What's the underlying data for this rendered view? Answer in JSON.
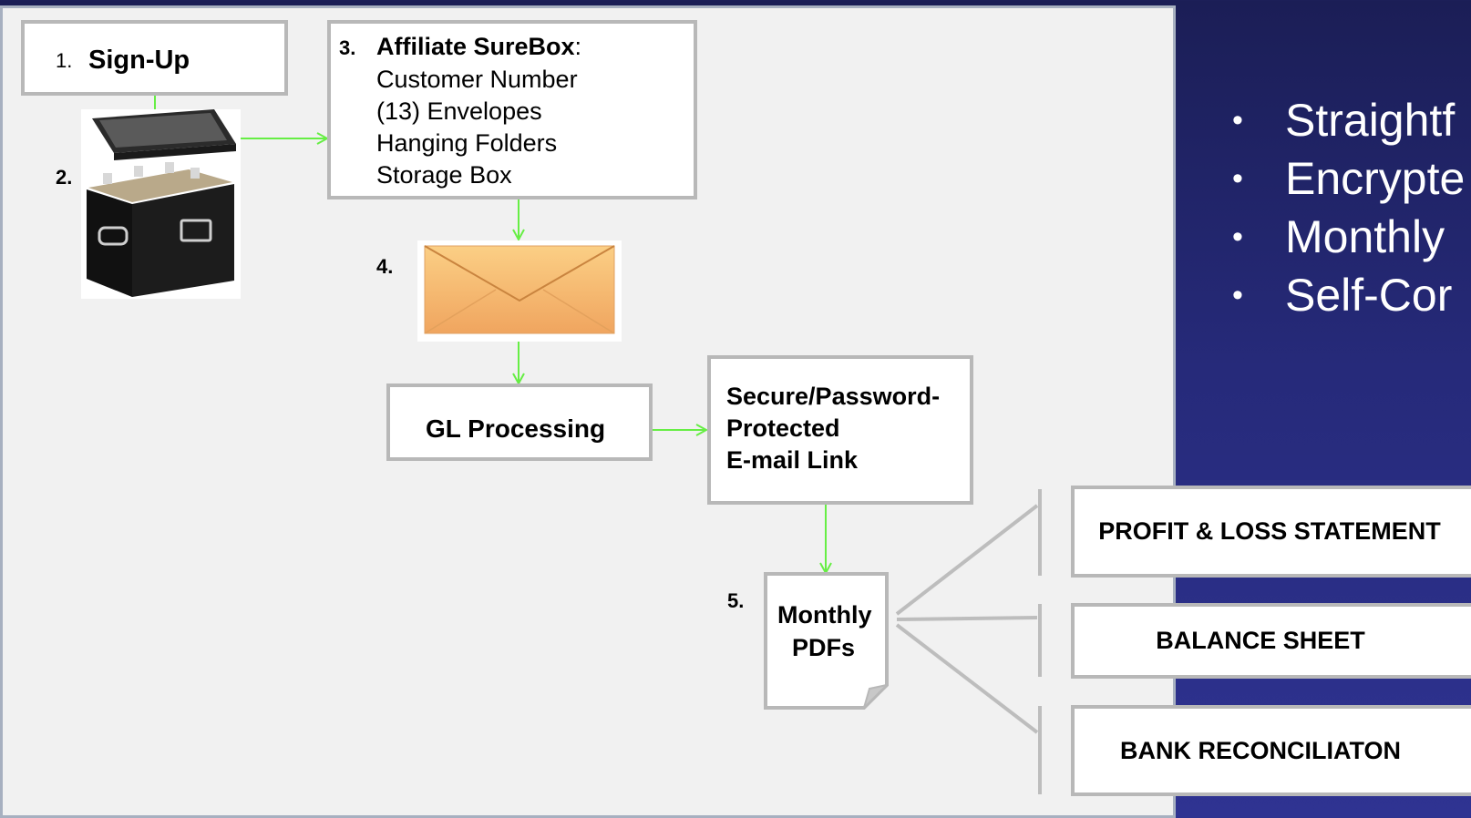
{
  "steps": {
    "s1_num": "1.",
    "s1_label": "Sign-Up",
    "s2_num": "2.",
    "s3_num": "3.",
    "s3_title": "Affiliate SureBox",
    "s3_colon": ":",
    "s3_items": [
      "Customer Number",
      "(13) Envelopes",
      "Hanging Folders",
      "Storage Box"
    ],
    "s4_num": "4.",
    "gl_processing": "GL Processing",
    "secure_link": [
      "Secure/Password-",
      "Protected",
      "E-mail Link"
    ],
    "s5_num": "5.",
    "monthly_pdfs": [
      "Monthly",
      "PDFs"
    ]
  },
  "reports": [
    "PROFIT & LOSS STATEMENT",
    "BALANCE SHEET",
    "BANK RECONCILIATON"
  ],
  "bullets": [
    "Straightf",
    "Encrypte",
    "Monthly",
    "Self-Cor"
  ],
  "colors": {
    "arrow": "#66ee44",
    "connector": "#bdbdbd",
    "panel": "#f1f1f1",
    "background": "#262a7a",
    "envelope": "#f4b870"
  },
  "icons": [
    "file-box-icon",
    "envelope-icon"
  ]
}
